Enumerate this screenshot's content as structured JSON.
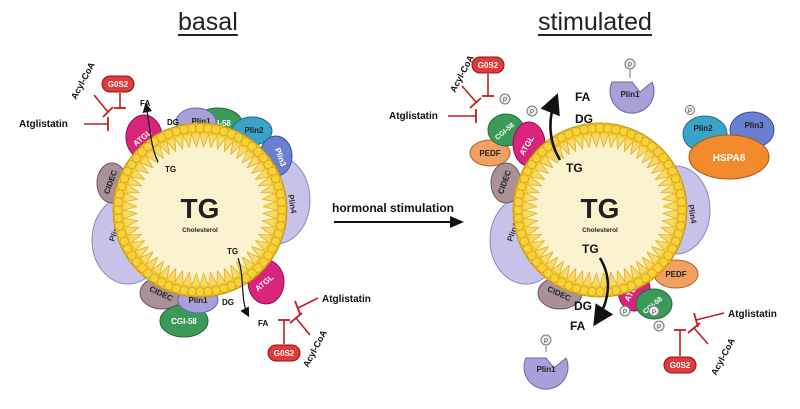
{
  "titles": {
    "basal": "basal",
    "stimulated": "stimulated"
  },
  "arrow_label": "hormonal stimulation",
  "droplet": {
    "core": "TG",
    "subcore": "Cholesterol"
  },
  "proteins": {
    "g0s2": "G0S2",
    "acyl_coa": "Acyl-CoA",
    "atglistatin": "Atglistatin",
    "plin1": "Plin1",
    "plin2": "Plin2",
    "plin3": "Plin3",
    "plin4": "Plin4",
    "cgi58": "CGI-58",
    "atgl": "ATGL",
    "cidec": "CIDEC",
    "pedf": "PEDF",
    "hspa8": "HSPA8",
    "phospho": "P"
  },
  "lipids": {
    "fa": "FA",
    "dg": "DG",
    "tg": "TG"
  },
  "colors": {
    "plin1": "#a8a0d8",
    "plin2": "#3aa3c8",
    "plin3": "#6a7fd0",
    "plin4": "#c7c3e8",
    "cgi58": "#3b9a5a",
    "atgl": "#d8247a",
    "cidec": "#a99099",
    "pedf": "#f0a060",
    "hspa8": "#f08a2a",
    "g0s2": "#e03a3a",
    "inhibitor": "#c21e1e",
    "droplet_core": "#fbf3cf",
    "droplet_shell": "#f4c830"
  }
}
